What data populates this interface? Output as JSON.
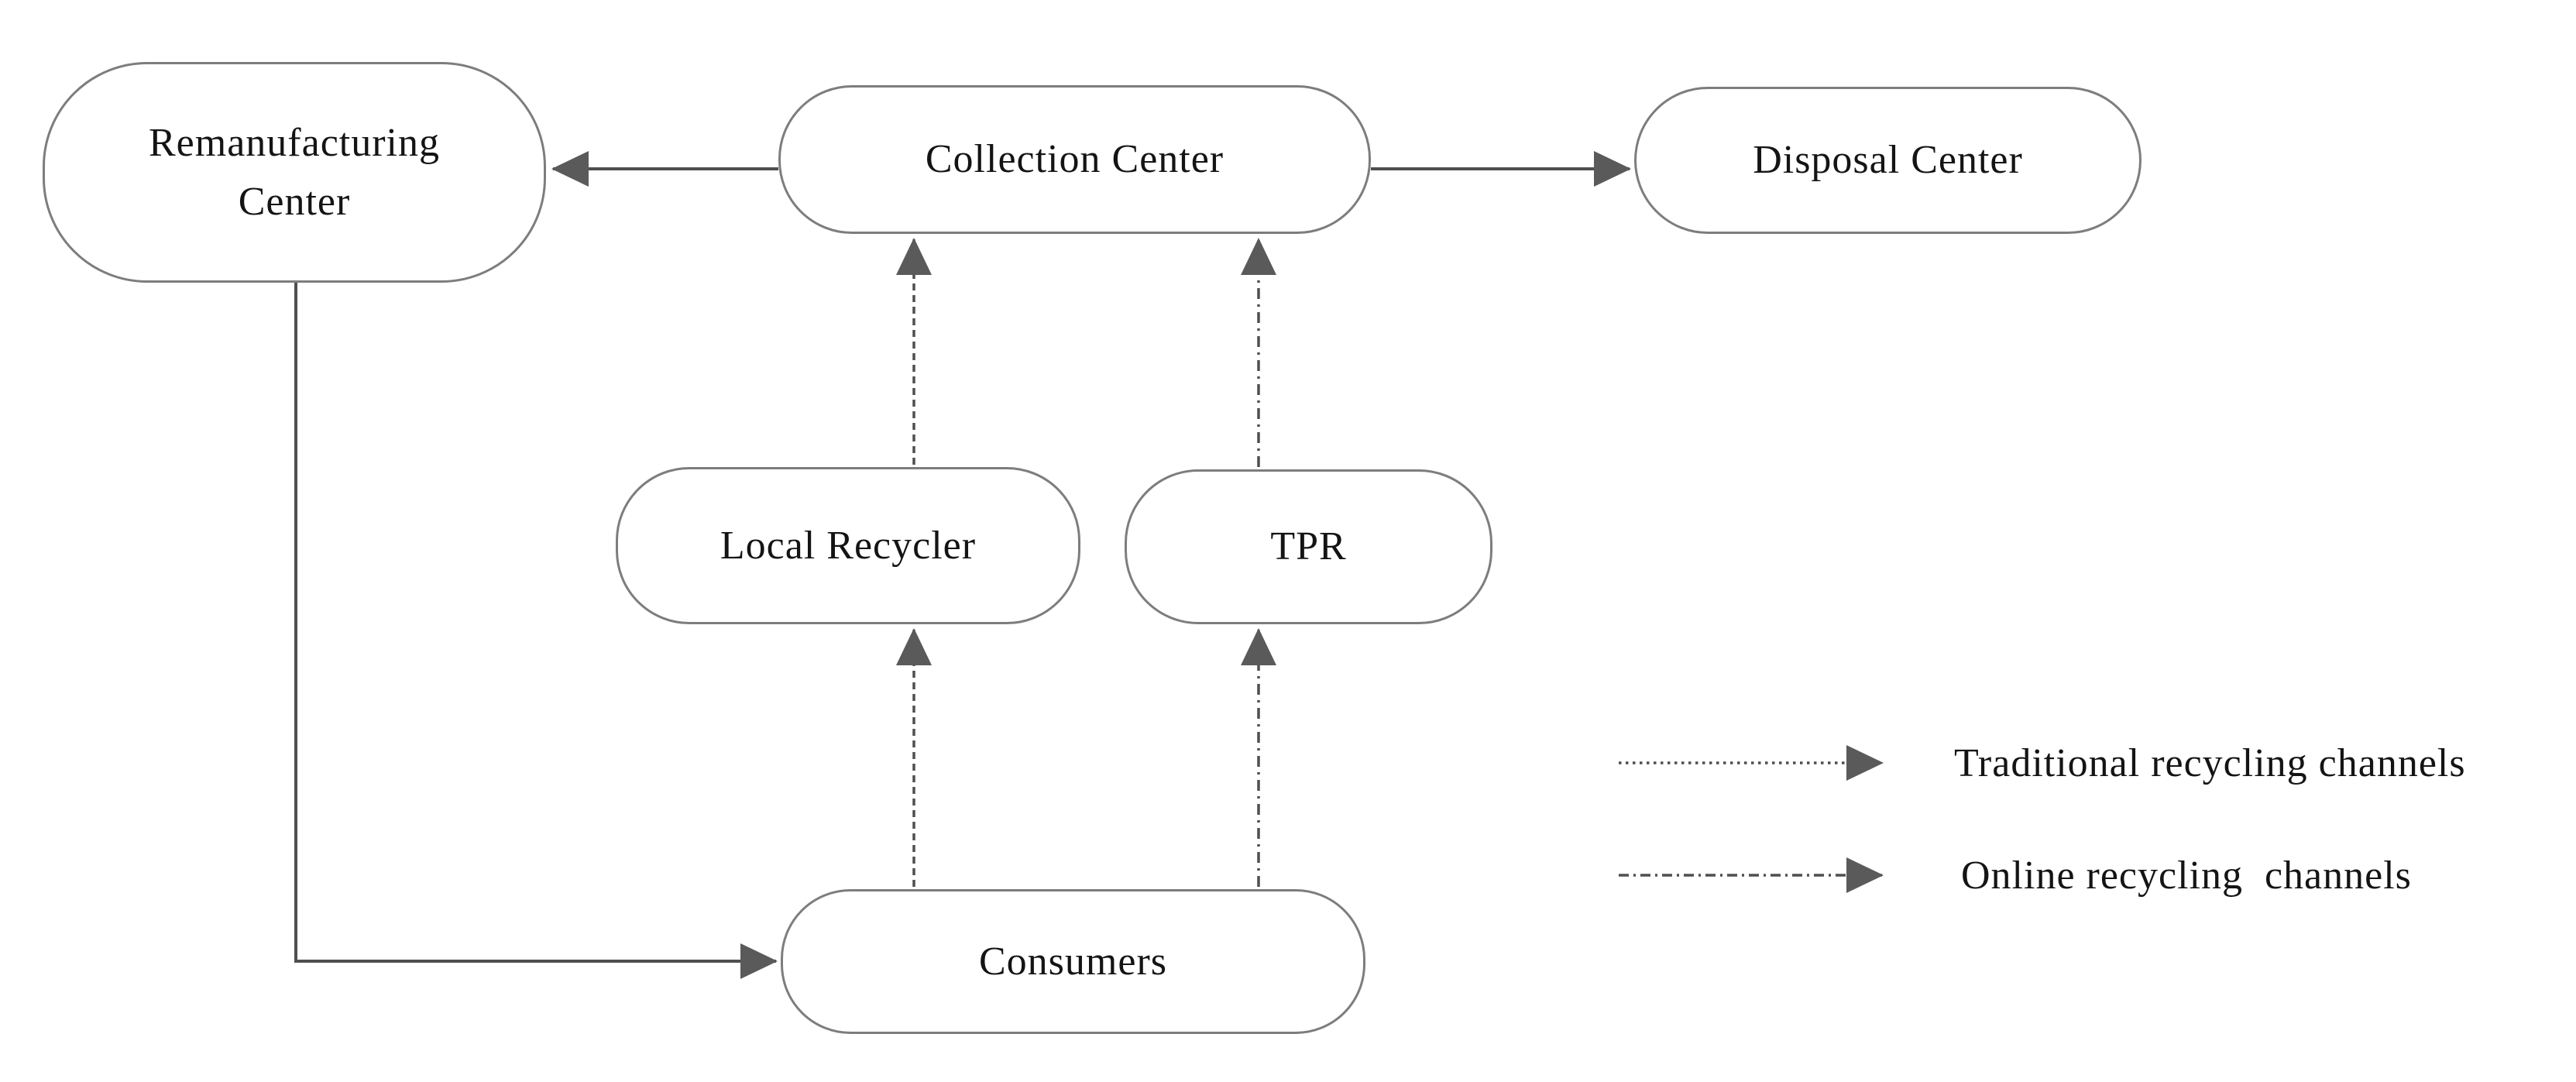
{
  "figure": {
    "type": "flow-diagram",
    "background": "#ffffff"
  },
  "nodes": {
    "remanufacturing": {
      "label": "Remanufacturing Center"
    },
    "collection": {
      "label": "Collection Center"
    },
    "disposal": {
      "label": "Disposal Center"
    },
    "local_recycler": {
      "label": "Local Recycler"
    },
    "tpr": {
      "label": "TPR"
    },
    "consumers": {
      "label": "Consumers"
    }
  },
  "edges": [
    {
      "from": "collection",
      "to": "remanufacturing",
      "style": "solid"
    },
    {
      "from": "collection",
      "to": "disposal",
      "style": "solid"
    },
    {
      "from": "local_recycler",
      "to": "collection",
      "style": "dashed"
    },
    {
      "from": "tpr",
      "to": "collection",
      "style": "dash-dot"
    },
    {
      "from": "consumers",
      "to": "local_recycler",
      "style": "dashed"
    },
    {
      "from": "consumers",
      "to": "tpr",
      "style": "dash-dot"
    },
    {
      "from": "remanufacturing",
      "to": "consumers",
      "style": "solid"
    }
  ],
  "legend": {
    "items": [
      {
        "label": "Traditional recycling channels",
        "line_style": "dotted"
      },
      {
        "label": "Online recycling  channels",
        "line_style": "dash-dot"
      }
    ]
  },
  "colors": {
    "box_border": "#7d7d7d",
    "line": "#4f4f4f",
    "arrowhead": "#5a5a5a",
    "text": "#141414",
    "background": "#ffffff"
  }
}
